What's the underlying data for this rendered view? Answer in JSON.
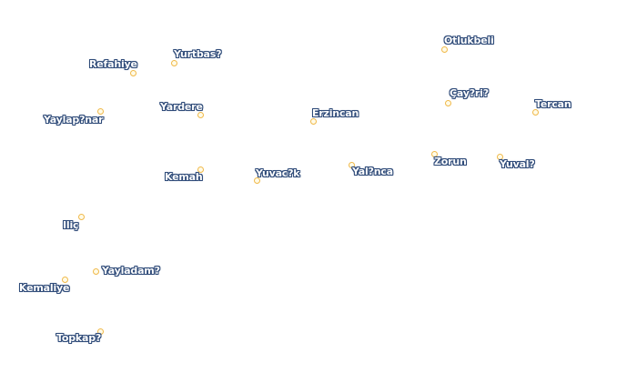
{
  "map": {
    "marker_color": "#f0b94a",
    "label_text_color": "#ffffff",
    "label_halo_color": "#2f4b79",
    "places": [
      {
        "name": "Otlukbeli"
      },
      {
        "name": "Yurtbas?"
      },
      {
        "name": "Refahiye"
      },
      {
        "name": "Çay?ri?"
      },
      {
        "name": "Tercan"
      },
      {
        "name": "Yardere"
      },
      {
        "name": "Erzincan"
      },
      {
        "name": "Yaylap?nar"
      },
      {
        "name": "Zorun"
      },
      {
        "name": "Yuval?"
      },
      {
        "name": "Yal?nca"
      },
      {
        "name": "Kemah"
      },
      {
        "name": "Yuvac?k"
      },
      {
        "name": "Iliç"
      },
      {
        "name": "Yayladam?"
      },
      {
        "name": "Kemaliye"
      },
      {
        "name": "Topkap?"
      }
    ]
  }
}
